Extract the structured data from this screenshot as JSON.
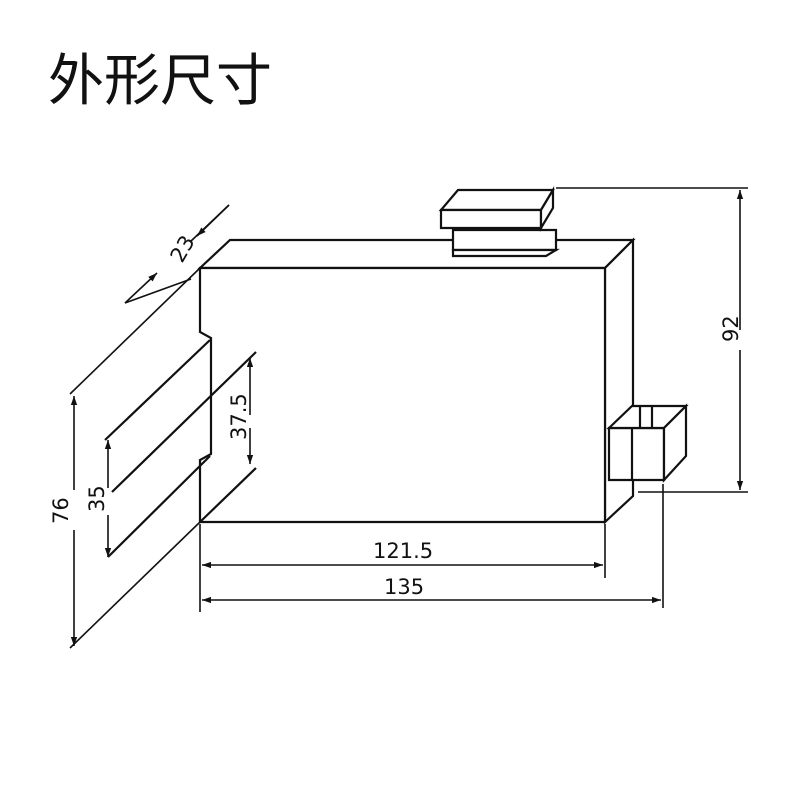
{
  "title": "外形尺寸",
  "dimensions": {
    "depth": "23",
    "total_height": "92",
    "rail_height": "37.5",
    "rail_width": "35",
    "side_height": "76",
    "body_width": "121.5",
    "total_width": "135"
  }
}
